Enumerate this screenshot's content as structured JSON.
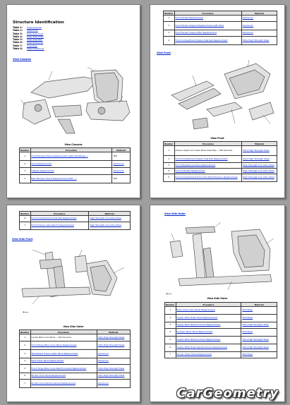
{
  "page1": {
    "title": "Structure Identification",
    "toc": [
      {
        "label": "Table 1:",
        "link": "View Closures"
      },
      {
        "label": "Table 2:",
        "link": "View Front"
      },
      {
        "label": "Table 3:",
        "link": "View Side Front"
      },
      {
        "label": "Table 4:",
        "link": "View Side Outer"
      },
      {
        "label": "Table 5:",
        "link": "View Side Rear"
      },
      {
        "label": "Table 6:",
        "link": "View Side Inner"
      },
      {
        "label": "Table 7:",
        "link": "View Rear"
      },
      {
        "label": "Table 8:",
        "link": "View Underbody"
      }
    ],
    "section": "View Closures",
    "caption": "View Closures",
    "table": {
      "headers": [
        "Number",
        "Procedure",
        "Material"
      ],
      "rows": [
        {
          "n": "1",
          "procedure": "Front Bumper Fascia Replacement (with Headlamp...)",
          "material": "TPO"
        },
        {
          "n": "2",
          "procedure": "Hood Replacement",
          "material": "Aluminum"
        },
        {
          "n": "3",
          "procedure": "Liftgate Replacement",
          "material": "Aluminum"
        },
        {
          "n": "4",
          "procedure": "Rear Bumper Fascia Replacement (with ...)",
          "material": "TPO"
        }
      ]
    }
  },
  "page2": {
    "table_top": {
      "headers": [
        "Number",
        "Procedure",
        "Material"
      ],
      "rows": [
        {
          "n": "1",
          "procedure": "Front Fender Replacement",
          "material": "Aluminum"
        },
        {
          "n": "2",
          "procedure": "Front Fender Support Replacement (Left Side)",
          "material": "Aluminum"
        },
        {
          "n": "3",
          "procedure": "Front Fender Support Bar Replacement",
          "material": "Aluminum"
        },
        {
          "n": "4",
          "procedure": "Front Compartment Upper Side Rail Replacement",
          "material": "Ultra High Strength Steel"
        }
      ]
    },
    "section": "View Front",
    "caption": "View Front",
    "table": {
      "headers": [
        "Number",
        "Procedure",
        "Material"
      ],
      "rows": [
        {
          "n": "1",
          "procedure": "Closure Upper And Lower Panel Assembly — Not Serviced",
          "material": "Ultra High Strength Steel"
        },
        {
          "n": "2",
          "procedure": "Front Compartment Upper Side Rail Replacement",
          "material": "Ultra High Strength Steel"
        },
        {
          "n": "3",
          "procedure": "Front Wheelhouse Panel Replacement",
          "material": "High Strength Low Alloy Steel"
        },
        {
          "n": "4",
          "procedure": "Front Side Rail Replacement",
          "material": "High Strength Low Alloy Steel"
        },
        {
          "n": "5",
          "procedure": "Front Compartment Front Side Rail Extension Replacement",
          "material": "High Strength Low Alloy Steel"
        }
      ]
    }
  },
  "page3": {
    "table_top": {
      "headers": [
        "Number",
        "Procedure",
        "Material"
      ],
      "rows": [
        {
          "n": "6",
          "procedure": "Front Compartment Side Rail Replacement",
          "material": "High Strength Low Alloy Steel"
        },
        {
          "n": "7",
          "procedure": "Front Frame Lower Rail Tie Replacement",
          "material": "High Strength Low Alloy Steel"
        }
      ]
    },
    "section": "View Side Front",
    "back": "⟵",
    "caption": "View Side Outer",
    "table": {
      "headers": [
        "Number",
        "Procedure",
        "Material"
      ],
      "rows": [
        {
          "n": "1",
          "procedure": "Center Pillar Inner Panel — Not Serviced",
          "material": "Ultra High Strength Steel"
        },
        {
          "n": "2",
          "procedure": "Front Hinge Pillar Inner Panel Replacement",
          "material": "Ultra High Strength Steel"
        },
        {
          "n": "3",
          "procedure": "Windshield Frame Outer Panel Replacement",
          "material": "Aluminum"
        },
        {
          "n": "4",
          "procedure": "Roof Outer Panel Replacement",
          "material": "Aluminum"
        },
        {
          "n": "5",
          "procedure": "Front Hinge Pillar Inner Reinforcement Replacement",
          "material": "Ultra High Strength Steel"
        },
        {
          "n": "6",
          "procedure": "Rocker Inner Panel Replacement",
          "material": "Ultra High Strength Steel"
        },
        {
          "n": "7",
          "procedure": "Rocker Inner Reinforcement Replacement",
          "material": "Aluminum"
        }
      ]
    }
  },
  "page4": {
    "section": "View Side Outer",
    "back": "⟵",
    "caption": "View Side Outer",
    "table": {
      "headers": [
        "Number",
        "Procedure",
        "Material"
      ],
      "rows": [
        {
          "n": "1",
          "procedure": "Body Side Outer Panel Replacement",
          "material": "Mild Steel"
        },
        {
          "n": "2",
          "procedure": "Center Pillar Outer Panel Replacement",
          "material": "Mild Steel"
        },
        {
          "n": "3",
          "procedure": "Center Pillar Reinforcement Replacement",
          "material": "Ultra High Strength Steel"
        },
        {
          "n": "4",
          "procedure": "Quarter Outer Panel Replacement",
          "material": "Mild Steel"
        },
        {
          "n": "5",
          "procedure": "Center Pillar Reinforcement Replacement",
          "material": "Ultra High Strength Steel"
        },
        {
          "n": "6",
          "procedure": "Center Pillar Outer Reinforcement Replacement",
          "material": "Ultra High Strength Steel"
        },
        {
          "n": "7",
          "procedure": "Rocker Outer Panel Replacement",
          "material": "Mild Steel"
        }
      ]
    }
  },
  "watermark": "CarGeometry"
}
